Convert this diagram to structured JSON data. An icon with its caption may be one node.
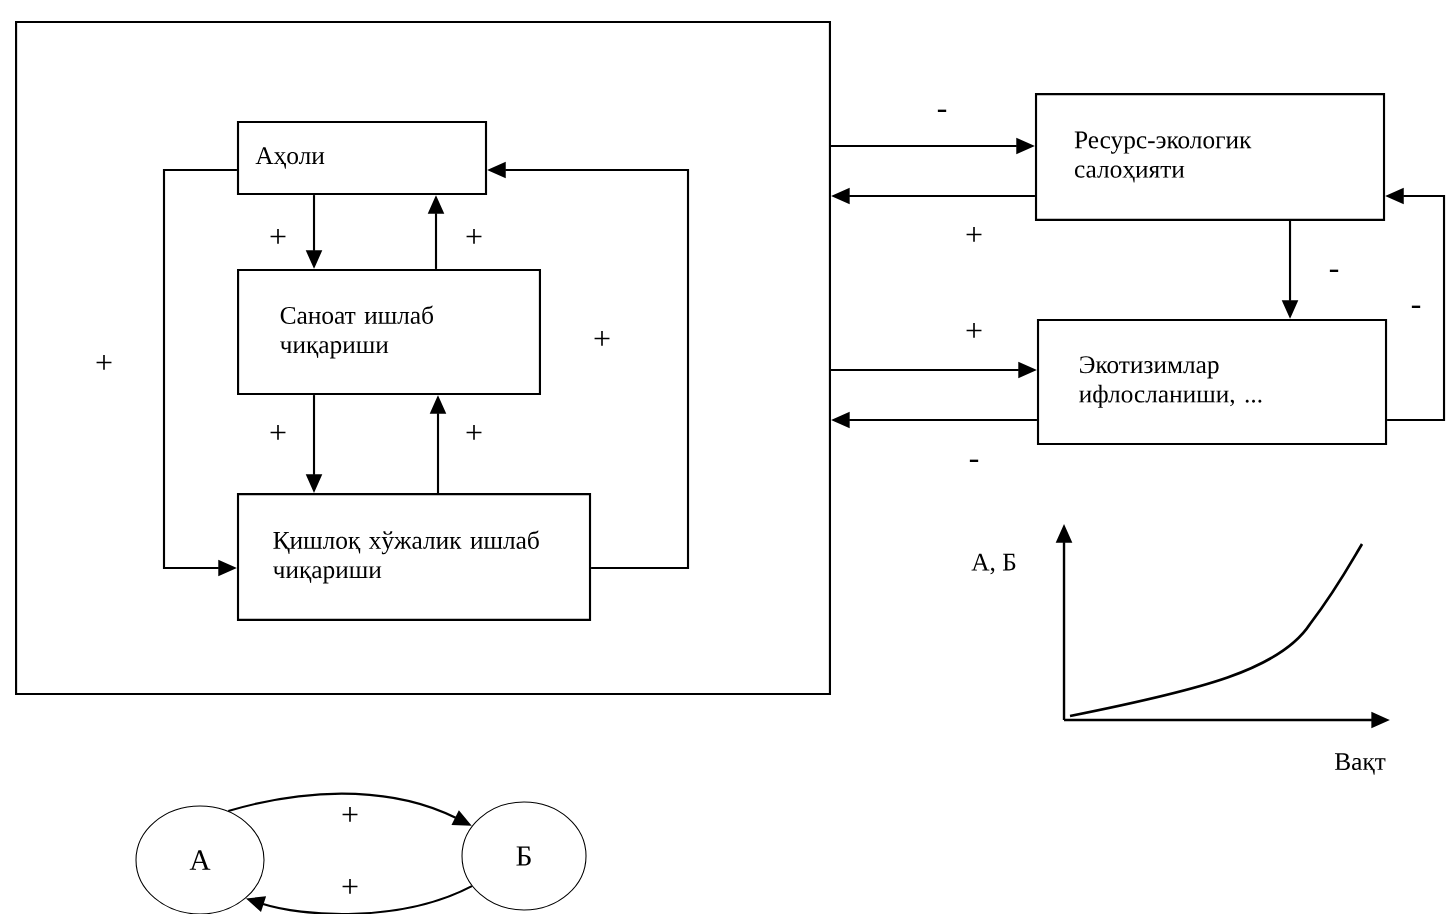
{
  "diagram": {
    "nodes": [
      {
        "text": [],
        "shape": "box"
      },
      {
        "text": [
          "Аҳоли"
        ],
        "in": 0
      },
      {
        "text": [
          "Саноат ишлаб чиқариши"
        ],
        "in": 0
      },
      {
        "text": [
          "Қишлоқ хўжалик ишлаб чиқариши"
        ],
        "in": 0
      },
      {
        "text": [
          "Ресурс-экологик салоҳияти"
        ]
      },
      {
        "text": [
          "Экотизимлар ифлосланиши, ..."
        ]
      },
      {
        "text": [
          "А"
        ]
      },
      {
        "text": [
          "Б"
        ]
      }
    ],
    "edges": [
      {
        "from": 1,
        "to": 2,
        "arrow": "to",
        "label": "+"
      },
      {
        "from": 2,
        "to": 1,
        "arrow": "to",
        "label": "+"
      },
      {
        "from": 2,
        "to": 3,
        "arrow": "to",
        "label": "+"
      },
      {
        "from": 3,
        "to": 2,
        "arrow": "to",
        "label": "+"
      },
      {
        "from": 1,
        "to": 3,
        "arrow": "to",
        "label": "+"
      },
      {
        "from": 3,
        "to": 1,
        "arrow": "to",
        "label": "+"
      },
      {
        "from": 0,
        "to": 4,
        "arrow": "to",
        "label": "-"
      },
      {
        "from": 4,
        "to": 0,
        "arrow": "to",
        "label": "+"
      },
      {
        "from": 0,
        "to": 5,
        "arrow": "to",
        "label": "+"
      },
      {
        "from": 5,
        "to": 0,
        "arrow": "to",
        "label": "-"
      },
      {
        "from": 4,
        "to": 5,
        "arrow": "to",
        "label": "-"
      },
      {
        "from": 5,
        "to": 4,
        "arrow": "to",
        "label": "-"
      },
      {
        "from": 6,
        "to": 7,
        "arrow": "to",
        "label": "+"
      },
      {
        "from": 7,
        "to": 6,
        "arrow": "to",
        "label": "+"
      }
    ],
    "labels": [
      "А, Б",
      "Вақт"
    ]
  }
}
